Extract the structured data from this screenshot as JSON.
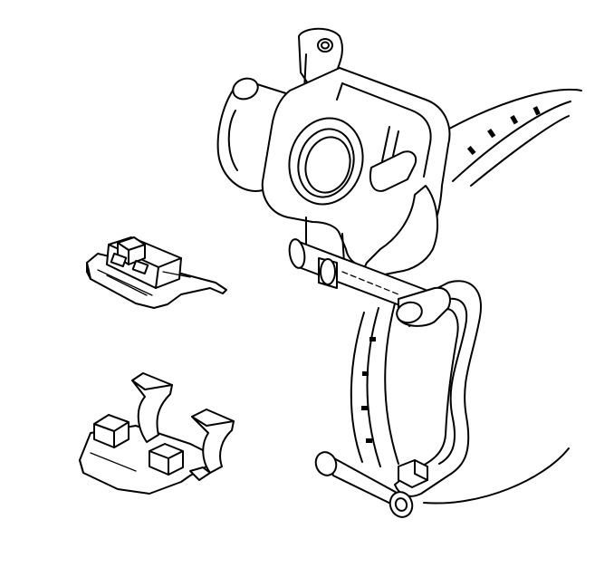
{
  "figure": {
    "type": "technical line illustration",
    "colors": {
      "line": "#000000",
      "background": "#ffffff"
    },
    "parts": [
      {
        "id": "brake-caliper",
        "icon": "brake-caliper-drawing"
      },
      {
        "id": "brake-rotor",
        "icon": "brake-rotor-drawing"
      },
      {
        "id": "caliper-mounting-bracket",
        "icon": "mounting-bracket-drawing"
      },
      {
        "id": "outboard-brake-pad",
        "icon": "brake-pad-drawing"
      },
      {
        "id": "inboard-brake-pad",
        "icon": "brake-pad-drawing"
      }
    ]
  }
}
